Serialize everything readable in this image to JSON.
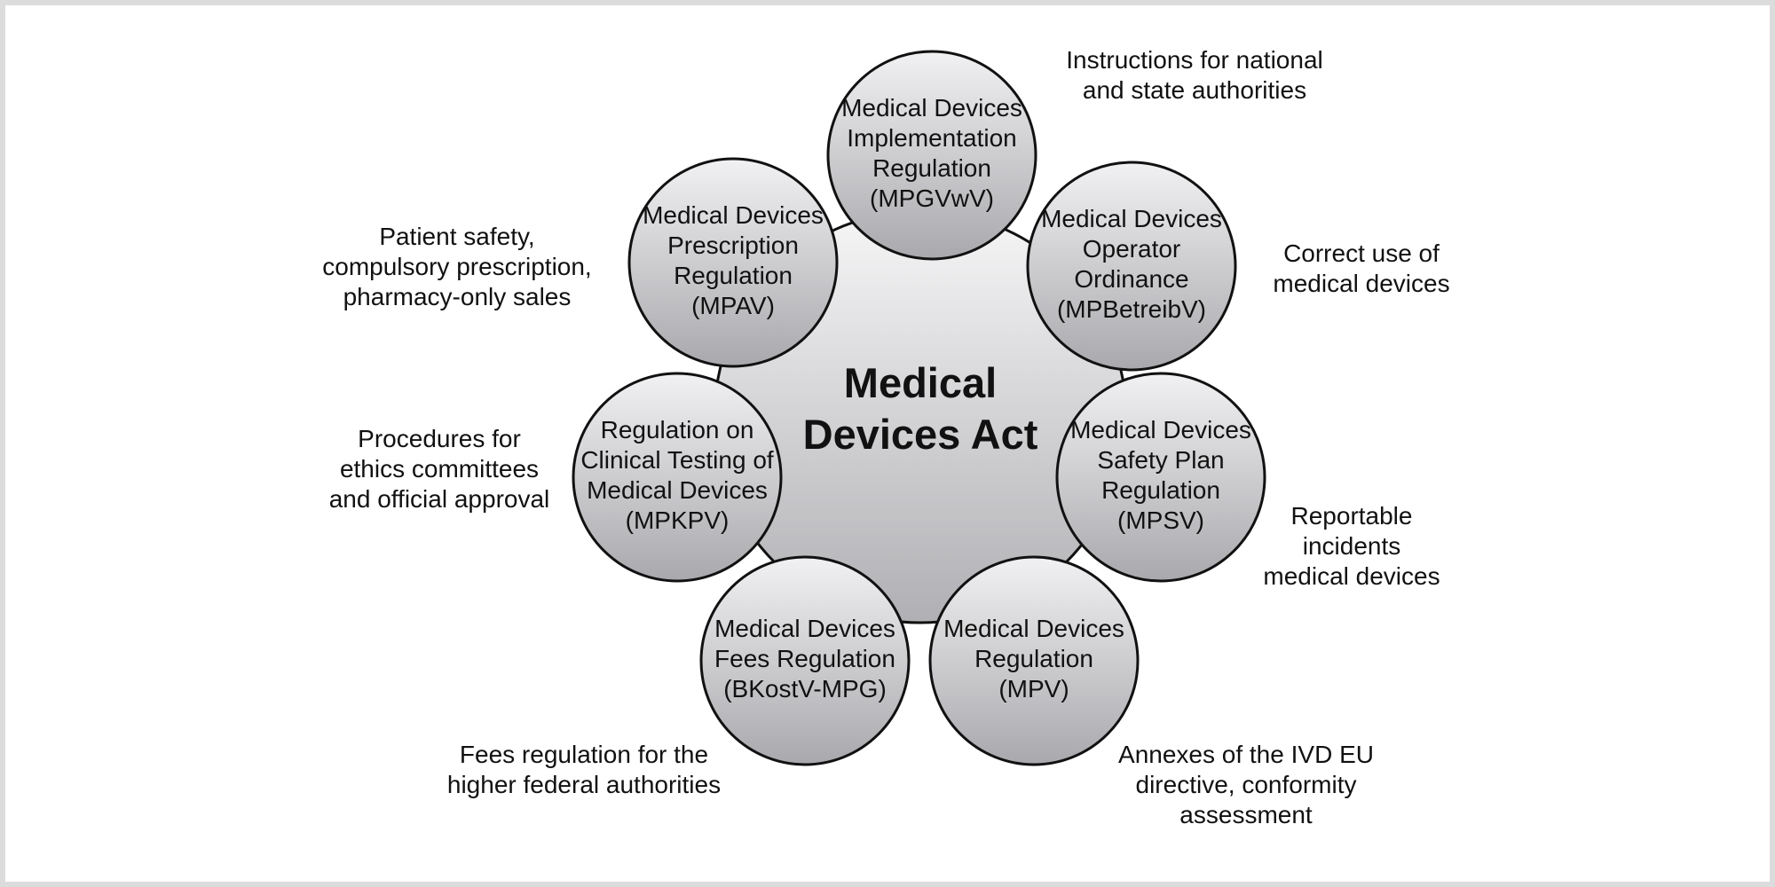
{
  "diagram": {
    "center": {
      "label": [
        "Medical",
        "Devices Act"
      ]
    },
    "nodes": [
      {
        "id": "mpgvwv",
        "label": [
          "Medical Devices",
          "Implementation",
          "Regulation",
          "(MPGVwV)"
        ],
        "caption": [
          "Instructions for national",
          "and state authorities"
        ]
      },
      {
        "id": "mpbetreibv",
        "label": [
          "Medical Devices",
          "Operator",
          "Ordinance",
          "(MPBetreibV)"
        ],
        "caption": [
          "Correct use of",
          "medical devices"
        ]
      },
      {
        "id": "mpsv",
        "label": [
          "Medical Devices",
          "Safety Plan",
          "Regulation",
          "(MPSV)"
        ],
        "caption": [
          "Reportable",
          "incidents",
          "medical devices"
        ]
      },
      {
        "id": "mpv",
        "label": [
          "Medical Devices",
          "Regulation",
          "(MPV)"
        ],
        "caption": [
          "Annexes of the IVD EU",
          "directive, conformity",
          "assessment"
        ]
      },
      {
        "id": "bkostv-mpg",
        "label": [
          "Medical Devices",
          "Fees Regulation",
          "(BKostV-MPG)"
        ],
        "caption": [
          "Fees regulation for the",
          "higher federal authorities"
        ]
      },
      {
        "id": "mpkpv",
        "label": [
          "Regulation on",
          "Clinical Testing of",
          "Medical Devices",
          "(MPKPV)"
        ],
        "caption": [
          "Procedures for",
          "ethics committees",
          "and official approval"
        ]
      },
      {
        "id": "mpav",
        "label": [
          "Medical Devices",
          "Prescription",
          "Regulation",
          "(MPAV)"
        ],
        "caption": [
          "Patient safety,",
          "compulsory prescription,",
          "pharmacy-only sales"
        ]
      }
    ]
  }
}
